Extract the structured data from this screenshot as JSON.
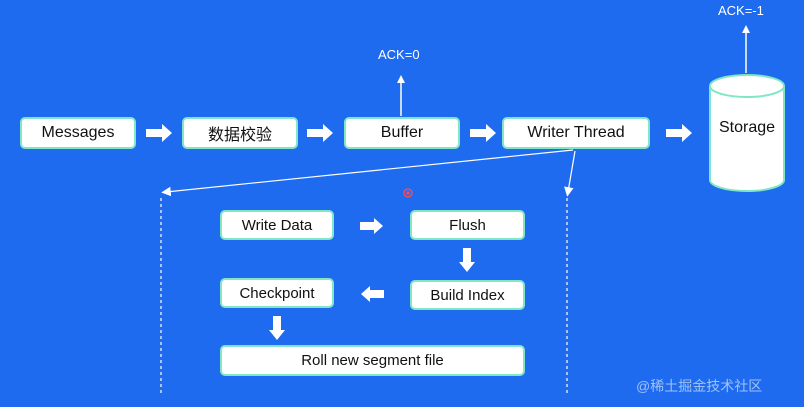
{
  "pipeline": {
    "messages": "Messages",
    "validation": "数据校验",
    "buffer": "Buffer",
    "writer_thread": "Writer Thread",
    "storage": "Storage"
  },
  "ack": {
    "buffer": "ACK=0",
    "storage": "ACK=-1"
  },
  "writer_steps": {
    "write_data": "Write Data",
    "flush": "Flush",
    "build_index": "Build Index",
    "checkpoint": "Checkpoint",
    "roll_segment": "Roll new segment file"
  },
  "watermark": "@稀土掘金技术社区",
  "colors": {
    "background": "#1F6BF0",
    "box_border": "#7FE7C4",
    "arrow": "#ffffff",
    "cursor": "#E8505B"
  }
}
